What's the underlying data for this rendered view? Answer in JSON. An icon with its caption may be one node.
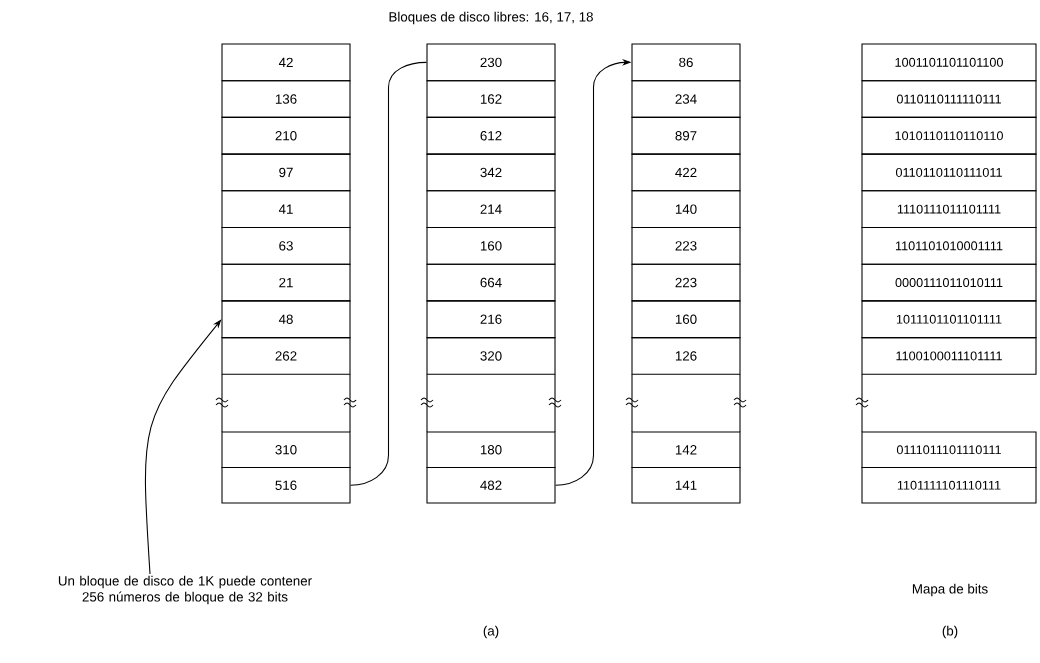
{
  "diagram": {
    "title": "Bloques de disco libres: 16, 17, 18",
    "nodes": [
      {
        "text": [
          "42"
        ]
      },
      {
        "text": [
          "136"
        ]
      },
      {
        "text": [
          "210"
        ]
      },
      {
        "text": [
          "97"
        ]
      },
      {
        "text": [
          "41"
        ]
      },
      {
        "text": [
          "63"
        ]
      },
      {
        "text": [
          "21"
        ]
      },
      {
        "text": [
          "48"
        ]
      },
      {
        "text": [
          "262"
        ]
      },
      {
        "text": [
          "310"
        ]
      },
      {
        "text": [
          "516"
        ]
      },
      {
        "text": [
          "230"
        ]
      },
      {
        "text": [
          "162"
        ]
      },
      {
        "text": [
          "612"
        ]
      },
      {
        "text": [
          "342"
        ]
      },
      {
        "text": [
          "214"
        ]
      },
      {
        "text": [
          "160"
        ]
      },
      {
        "text": [
          "664"
        ]
      },
      {
        "text": [
          "216"
        ]
      },
      {
        "text": [
          "320"
        ]
      },
      {
        "text": [
          "180"
        ]
      },
      {
        "text": [
          "482"
        ]
      },
      {
        "text": [
          "86"
        ]
      },
      {
        "text": [
          "234"
        ]
      },
      {
        "text": [
          "897"
        ]
      },
      {
        "text": [
          "422"
        ]
      },
      {
        "text": [
          "140"
        ]
      },
      {
        "text": [
          "223"
        ]
      },
      {
        "text": [
          "223"
        ]
      },
      {
        "text": [
          "160"
        ]
      },
      {
        "text": [
          "126"
        ]
      },
      {
        "text": [
          "142"
        ]
      },
      {
        "text": [
          "141"
        ]
      },
      {
        "text": [
          "1001101101101100"
        ]
      },
      {
        "text": [
          "0110110111110111"
        ]
      },
      {
        "text": [
          "1010110110110110"
        ]
      },
      {
        "text": [
          "0110110110111011"
        ]
      },
      {
        "text": [
          "1110111011101111"
        ]
      },
      {
        "text": [
          "1101101010001111"
        ]
      },
      {
        "text": [
          "0000111011010111"
        ]
      },
      {
        "text": [
          "1011101101101111"
        ]
      },
      {
        "text": [
          "1100100011101111"
        ]
      },
      {
        "text": [
          "0111011101110111"
        ]
      },
      {
        "text": [
          "1101111101110111"
        ]
      },
      {
        "text": [
          "Un bloque de disco de 1K puede contener 256 números de bloque de 32 bits"
        ]
      }
    ],
    "edges": [
      {
        "from": 10,
        "to": 11,
        "arrow": "none"
      },
      {
        "from": 21,
        "to": 22,
        "arrow": "to"
      },
      {
        "from": 44,
        "to": 7,
        "arrow": "to"
      }
    ],
    "labels": [
      "Mapa de bits",
      "(a)",
      "(b)"
    ]
  }
}
